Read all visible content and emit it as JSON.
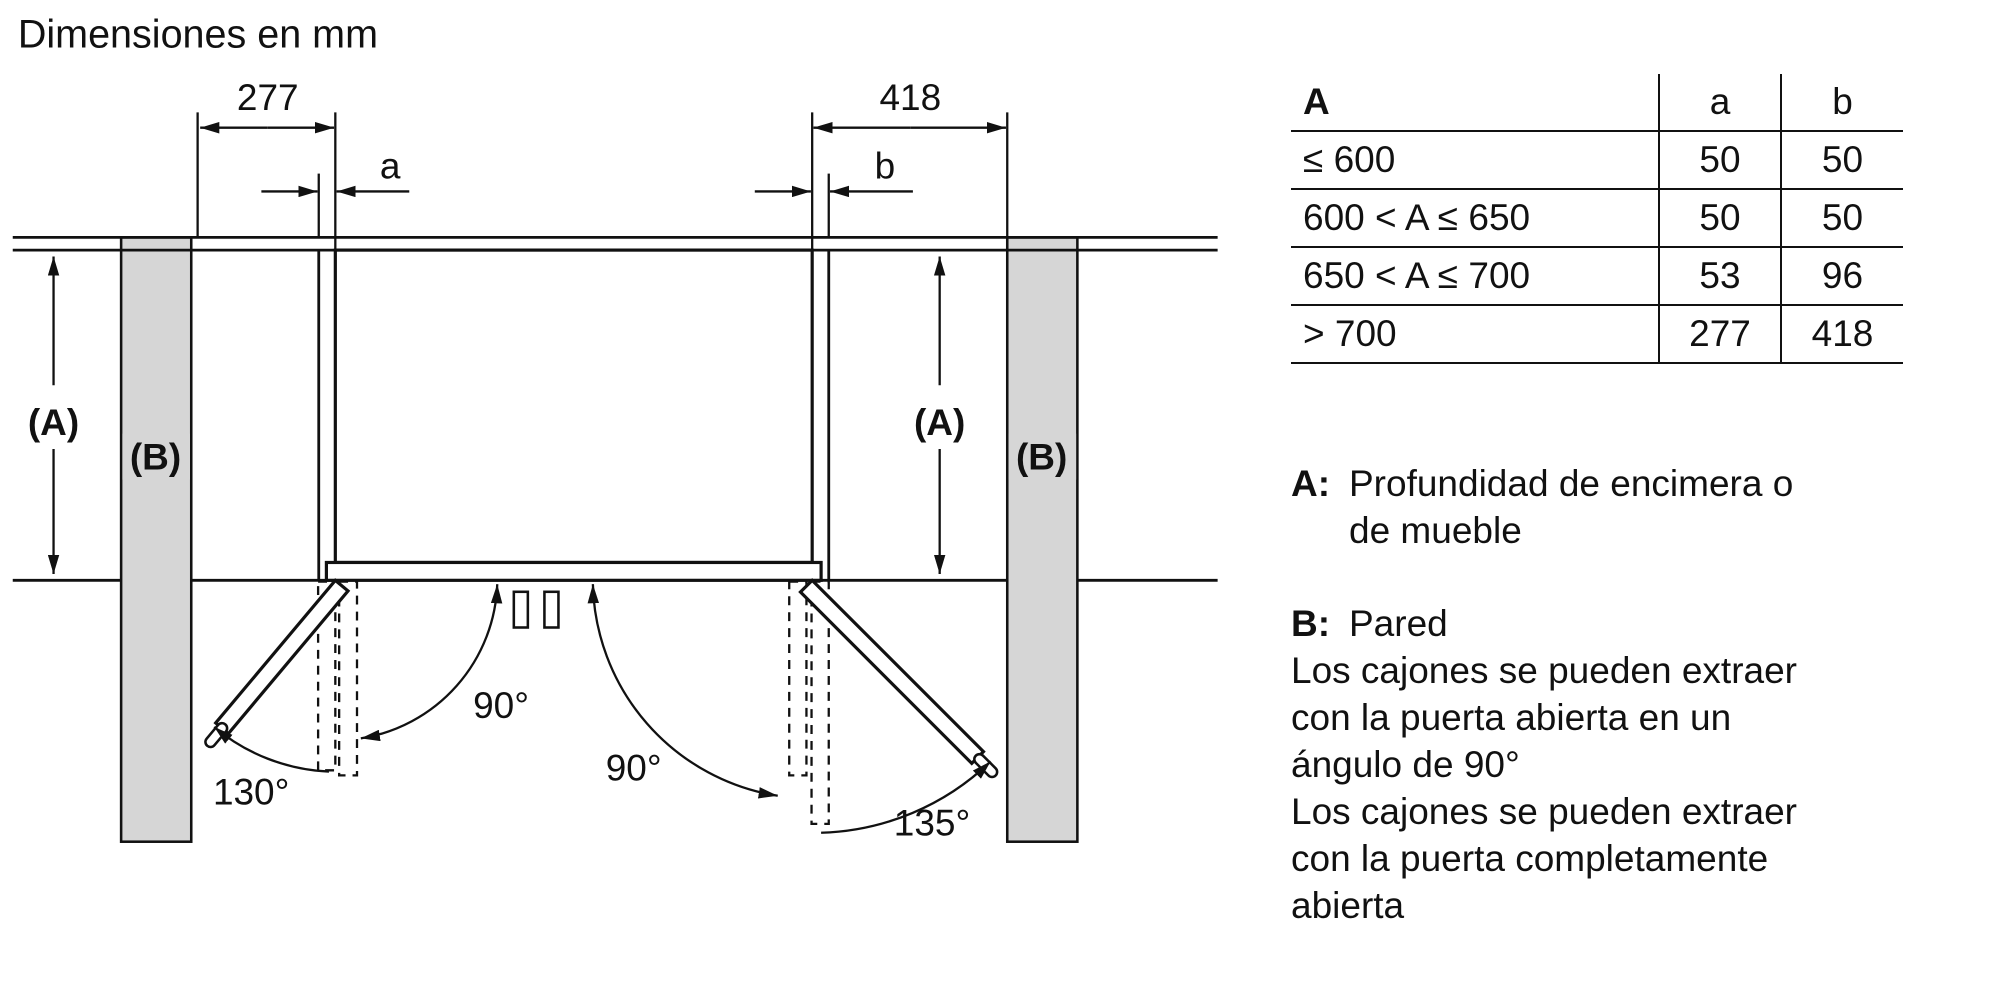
{
  "diagram": {
    "title": "Dimensiones en mm",
    "dim_left": "277",
    "dim_right": "418",
    "dim_a": "a",
    "dim_b": "b",
    "label_A": "(A)",
    "label_B": "(B)",
    "angle_90": "90°",
    "angle_130": "130°",
    "angle_135": "135°",
    "colors": {
      "wall_fill": "#d6d6d6",
      "line": "#111111"
    }
  },
  "table": {
    "header": {
      "col_range": "A",
      "col_a": "a",
      "col_b": "b"
    },
    "rows": [
      {
        "range": "≤ 600",
        "a": "50",
        "b": "50"
      },
      {
        "range": "600 < A ≤ 650",
        "a": "50",
        "b": "50"
      },
      {
        "range": "650 < A ≤ 700",
        "a": "53",
        "b": "96"
      },
      {
        "range": "> 700",
        "a": "277",
        "b": "418"
      }
    ]
  },
  "notes": {
    "a_label": "A:",
    "a_lines": [
      "Profundidad de encimera o",
      "de mueble"
    ],
    "b_label": "B:",
    "b_lines": [
      "Pared",
      "Los cajones se pueden extraer",
      "con la puerta abierta en un",
      "ángulo de 90°",
      "Los cajones se pueden extraer",
      "con la puerta completamente",
      "abierta"
    ]
  }
}
